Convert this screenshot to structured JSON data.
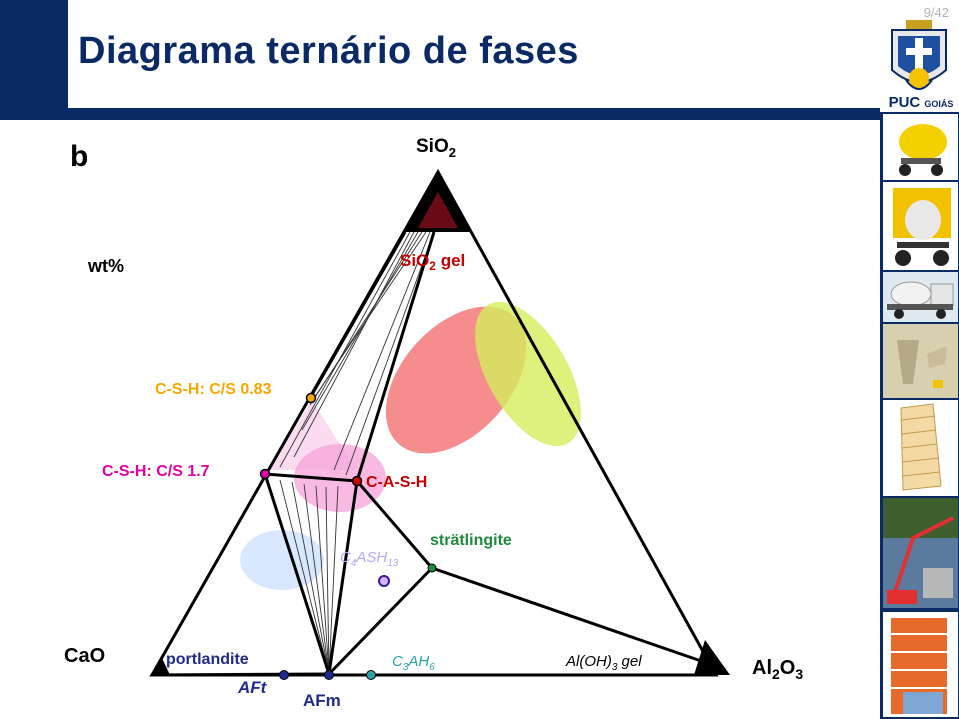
{
  "header": {
    "title": "Diagrama ternário de fases",
    "page": "9/42"
  },
  "logo": {
    "brand": "PUC",
    "sub": "GOIÁS"
  },
  "diagram": {
    "panel_label": "b",
    "units": "wt%",
    "vertices": {
      "top": "SiO2",
      "left": "CaO",
      "right": "Al2O3"
    },
    "labels": {
      "sio2_gel": "SiO2 gel",
      "csh_083": "C-S-H: C/S 0.83",
      "csh_17": "C-S-H: C/S 1.7",
      "cash": "C-A-S-H",
      "stratlingite": "strätlingite",
      "c4ash": "C4ASH13",
      "portlandite": "portlandite",
      "aft": "AFt",
      "afm": "AFm",
      "c3ah6": "C3AH6",
      "aloh3_gel": "Al(OH)3 gel"
    },
    "colors": {
      "label_orange": "#f5a800",
      "label_magenta": "#dd00aa",
      "label_green": "#1e8a3c",
      "label_blue": "#1f2a8c",
      "label_teal": "#2aa3a8",
      "region_red": "#f26161",
      "region_yellowgreen": "#d6ee5c",
      "region_pink": "#f5a3d8",
      "region_lightblue": "#cfe2ff"
    }
  },
  "side_images": [
    "concrete-mixer-icon",
    "mixer-machine-icon",
    "mixer-truck-icon",
    "concrete-slump-test-icon",
    "building-frame-icon",
    "concrete-pump-icon",
    "building-construction-icon"
  ]
}
